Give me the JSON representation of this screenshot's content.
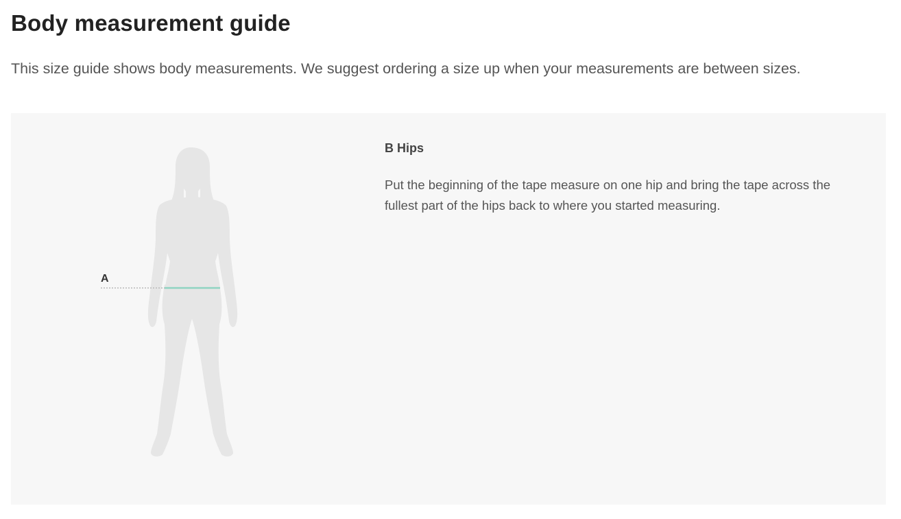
{
  "header": {
    "title": "Body measurement guide",
    "intro": "This size guide shows body measurements. We suggest ordering a size up when your measurements are between sizes."
  },
  "figure": {
    "marker_label": "A",
    "icon": "body-silhouette-icon",
    "colors": {
      "silhouette": "#e6e6e6",
      "measure_line": "#8fd3c2",
      "guide_line": "#b8b8b8",
      "panel_background": "#f7f7f7"
    }
  },
  "measurement": {
    "title": "B Hips",
    "description": "Put the beginning of the tape measure on one hip and bring the tape across the fullest part of the hips back to where you started measuring."
  }
}
